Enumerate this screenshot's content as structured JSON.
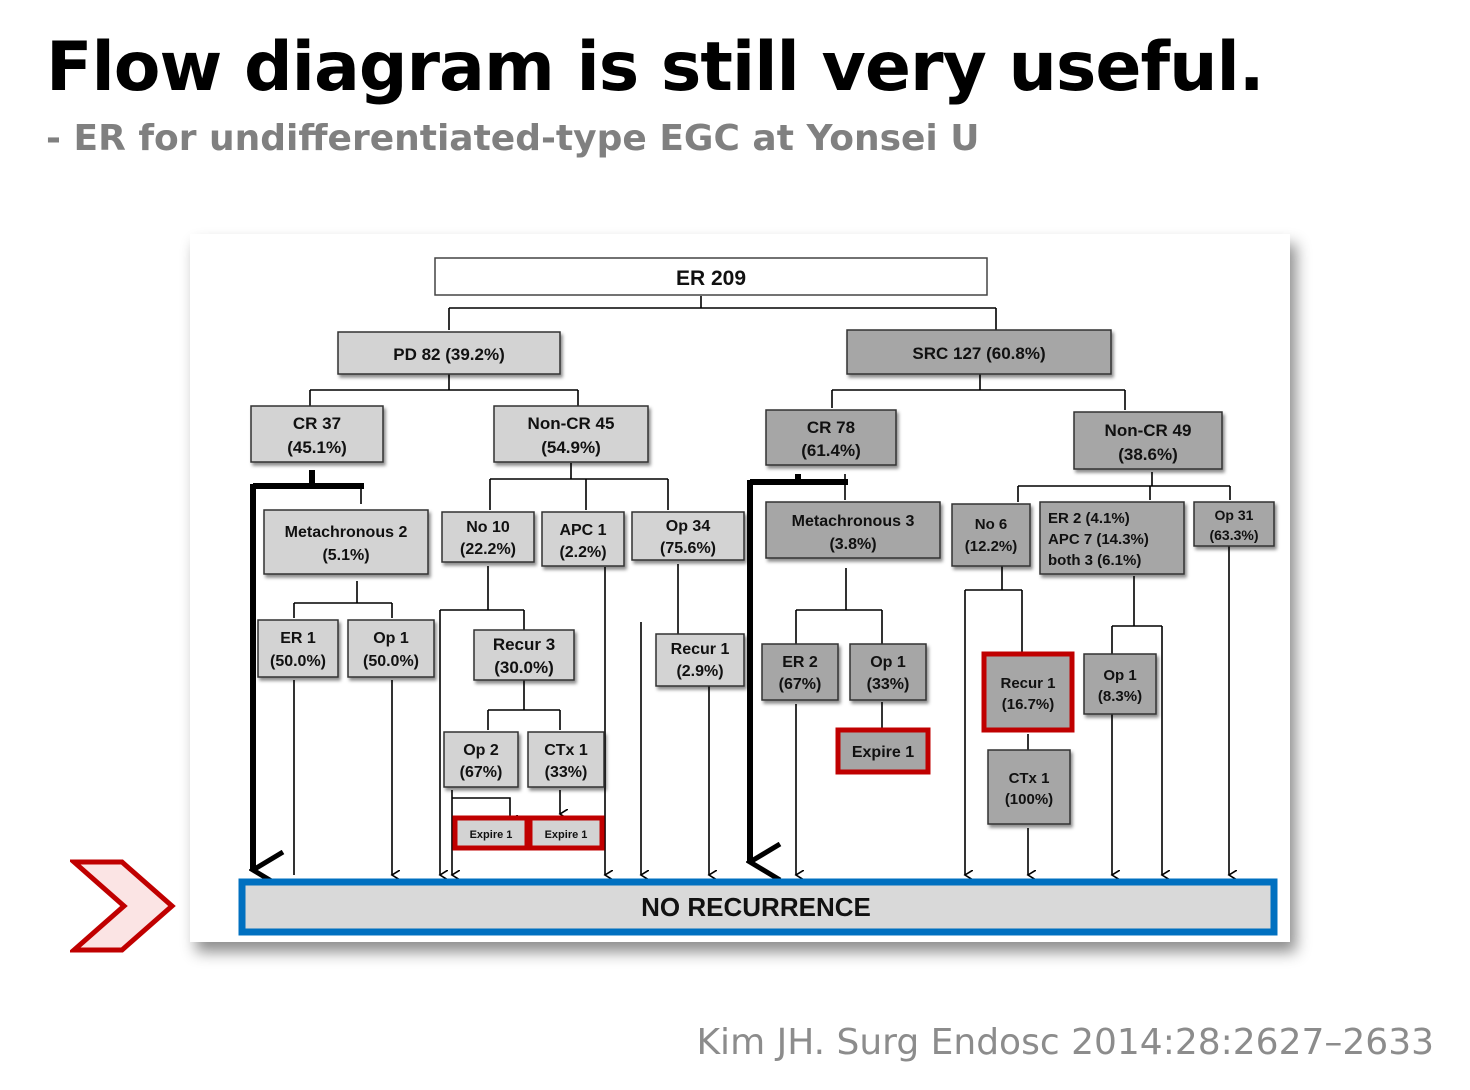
{
  "slide": {
    "title": "Flow diagram is still very useful.",
    "subtitle": "- ER for undifferentiated-type EGC at Yonsei U",
    "citation": "Kim JH. Surg Endosc 2014:28:2627–2633"
  },
  "colors": {
    "light_box": "#d3d3d3",
    "dark_box": "#a6a6a6",
    "highlight_red": "#c00000",
    "no_recurrence_border": "#0070c0",
    "no_recurrence_fill": "#d9d9d9",
    "chevron_red": "#c00000"
  },
  "icons": {
    "pointer": "chevron-right-icon"
  },
  "diagram": {
    "root": {
      "label": "ER 209"
    },
    "pd": {
      "label": "PD 82 (39.2%)",
      "cr": [
        "CR 37",
        "(45.1%)"
      ],
      "noncr": [
        "Non-CR 45",
        "(54.9%)"
      ],
      "metachronous": [
        "Metachronous 2",
        "(5.1%)"
      ],
      "er1": [
        "ER 1",
        "(50.0%)"
      ],
      "op1": [
        "Op 1",
        "(50.0%)"
      ],
      "no10": [
        "No 10",
        "(22.2%)"
      ],
      "apc1": [
        "APC 1",
        "(2.2%)"
      ],
      "op34": [
        "Op 34",
        "(75.6%)"
      ],
      "recur3": [
        "Recur 3",
        "(30.0%)"
      ],
      "recur1": [
        "Recur 1",
        "(2.9%)"
      ],
      "op2": [
        "Op 2",
        "(67%)"
      ],
      "ctx1": [
        "CTx 1",
        "(33%)"
      ],
      "expire_a": "Expire 1",
      "expire_b": "Expire 1"
    },
    "src": {
      "label": "SRC 127 (60.8%)",
      "cr": [
        "CR 78",
        "(61.4%)"
      ],
      "noncr": [
        "Non-CR 49",
        "(38.6%)"
      ],
      "metachronous": [
        "Metachronous 3",
        "(3.8%)"
      ],
      "er2": [
        "ER 2",
        "(67%)"
      ],
      "op1": [
        "Op 1",
        "(33%)"
      ],
      "expire": "Expire 1",
      "no6": [
        "No 6",
        "(12.2%)"
      ],
      "mixed": [
        "ER   2 (4.1%)",
        "APC 7 (14.3%)",
        "both 3 (6.1%)"
      ],
      "op31": [
        "Op 31",
        "(63.3%)"
      ],
      "recur1": [
        "Recur 1",
        "(16.7%)"
      ],
      "ctx1": [
        "CTx 1",
        "(100%)"
      ],
      "op1b": [
        "Op 1",
        "(8.3%)"
      ]
    },
    "outcome": "NO RECURRENCE"
  }
}
